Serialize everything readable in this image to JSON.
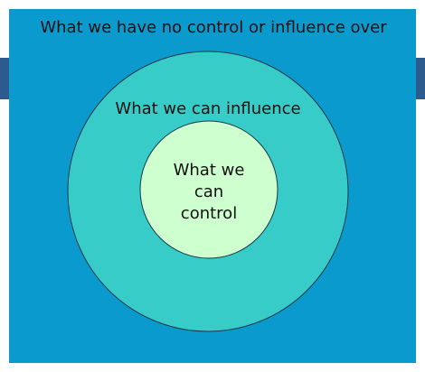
{
  "diagram": {
    "outer_label": "What we have no control or influence over",
    "middle_label": "What we can influence",
    "inner_label_lines": [
      "What we",
      "can",
      "control"
    ],
    "colors": {
      "outer_fill": "#0a9acd",
      "middle_fill": "#38ccc9",
      "inner_fill": "#ceffce",
      "stroke": "#1a3a4a"
    }
  }
}
